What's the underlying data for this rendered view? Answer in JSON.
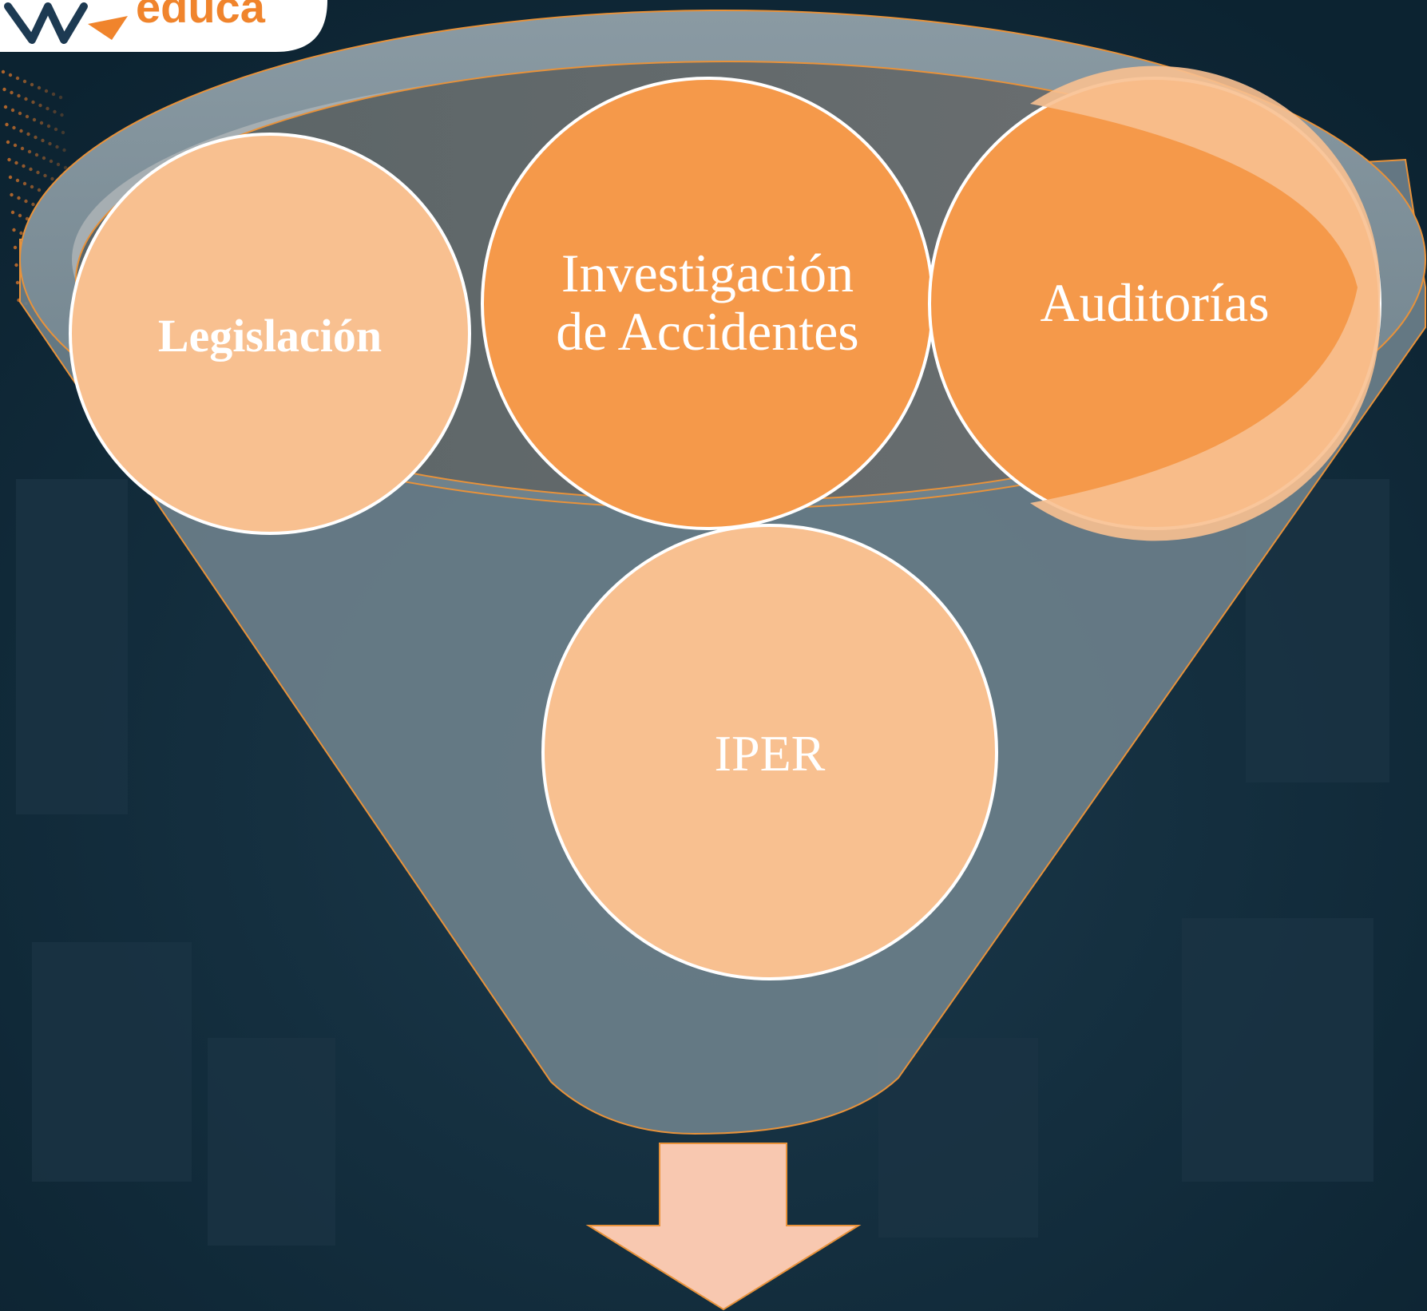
{
  "logo": {
    "text": "educa",
    "brand_color": "#f0842c"
  },
  "funnel": {
    "fill_color": "#6b7f8a",
    "rim_color": "#e8923a",
    "items": [
      {
        "id": "legislacion",
        "lines": [
          "Legislación"
        ],
        "bold": true,
        "fill": "#f8c090"
      },
      {
        "id": "investigacion",
        "lines": [
          "Investigación",
          "de Accidentes"
        ],
        "bold": false,
        "fill": "#f5994a"
      },
      {
        "id": "auditorias",
        "lines": [
          "Auditorías"
        ],
        "bold": false,
        "fill": "#f5994a"
      },
      {
        "id": "iper",
        "lines": [
          "IPER"
        ],
        "bold": false,
        "fill": "#f8c090"
      }
    ]
  },
  "output_arrow": {
    "icon": "down-arrow-icon",
    "fill": "#f8c8b0"
  },
  "colors": {
    "background": "#0f2a3a",
    "circle_stroke": "#ffffff",
    "text": "#ffffff"
  }
}
